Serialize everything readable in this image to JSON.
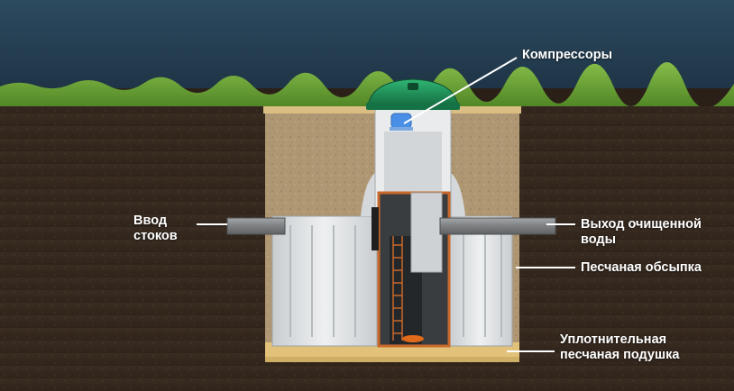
{
  "labels": {
    "compressors": "Компрессоры",
    "inlet": [
      "Ввод",
      "стоков"
    ],
    "outlet": [
      "Выход очищенной",
      "воды"
    ],
    "sand_backfill": "Песчаная обсыпка",
    "sand_cushion": [
      "Уплотнительная",
      "песчаная подушка"
    ]
  },
  "colors": {
    "sky": "#2c4a5e",
    "grass": "#6ea838",
    "soil": "#3d3025",
    "sand_backfill": "#b39a72",
    "sand_cushion": "#e2c27a",
    "tank_body": "#dfe2e4",
    "lid": "#1f8f58",
    "pipe": "#8a8d8f",
    "compressor": "#4a8fe6",
    "inner_chamber_frame": "#c8682a",
    "leader_line": "#ffffff"
  },
  "icons": {
    "compressor": "compressor-icon",
    "lid": "green-dome-lid-icon"
  }
}
